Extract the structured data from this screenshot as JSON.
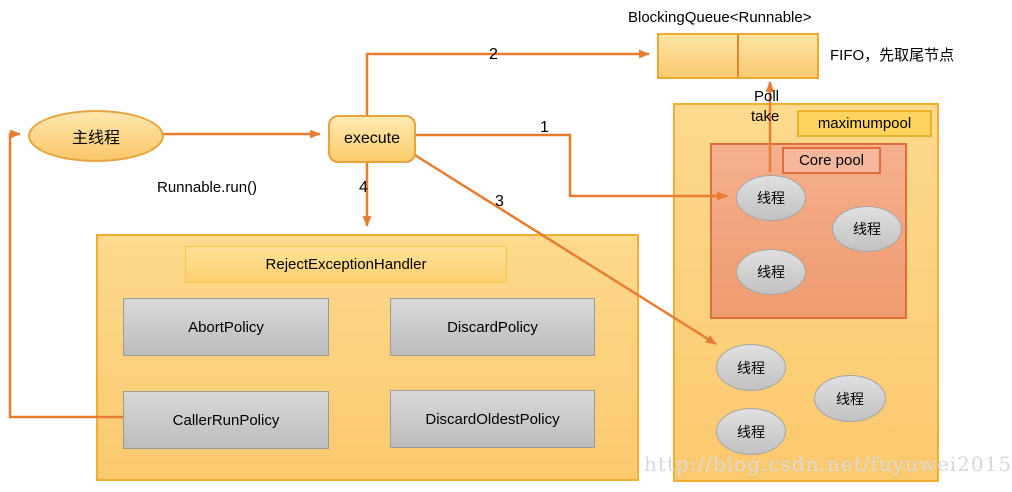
{
  "diagram": {
    "queue_title": "BlockingQueue<Runnable>",
    "fifo_note": "FIFO，先取尾节点",
    "poll_label": "Poll",
    "take_label": "take",
    "maximumpool_label": "maximumpool",
    "core_pool_label": "Core pool",
    "thread_label": "线程",
    "main_thread_label": "主线程",
    "execute_label": "execute",
    "runnable_label": "Runnable.run()",
    "handler_label": "RejectExceptionHandler",
    "policies": [
      "AbortPolicy",
      "DiscardPolicy",
      "CallerRunPolicy",
      "DiscardOldestPolicy"
    ],
    "steps": [
      "1",
      "2",
      "3",
      "4"
    ],
    "watermark": "http://blog.csdn.net/fuyuwei2015",
    "colors": {
      "arrow": "#e87d31",
      "panel_fill": "#fccf79",
      "panel_border": "#f2ae2f",
      "core_pool_fill": "#f2a47f",
      "core_pool_border": "#e06e3c",
      "gold_fill": "#ffd45e",
      "handler_fill": "#fedc85",
      "gray_fill": "#cccccc"
    }
  }
}
